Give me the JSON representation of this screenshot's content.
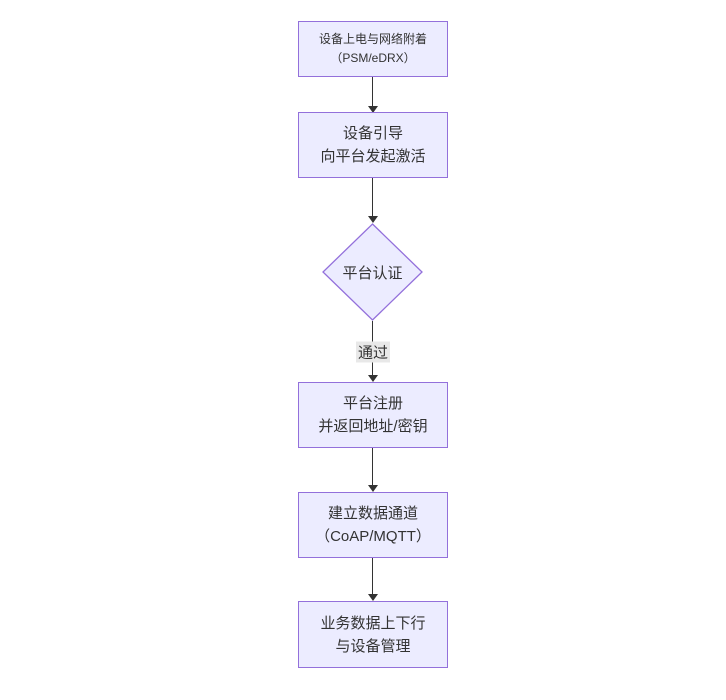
{
  "theme": {
    "canvas_bg": "#ffffff",
    "node_fill": "#ECECFF",
    "node_border": "#9370DB",
    "text_color": "#333333",
    "edge_color": "#333333",
    "edge_label_bg": "#e8e8e8"
  },
  "flowchart": {
    "type": "vertical-flowchart",
    "nodes": [
      {
        "id": "power-attach",
        "shape": "rect",
        "lines": [
          "设备上电与网络附着",
          "（PSM/eDRX）"
        ]
      },
      {
        "id": "bootstrap",
        "shape": "rect",
        "lines": [
          "设备引导",
          "向平台发起激活"
        ]
      },
      {
        "id": "platform-auth",
        "shape": "diamond",
        "lines": [
          "平台认证"
        ]
      },
      {
        "id": "platform-register",
        "shape": "rect",
        "lines": [
          "平台注册",
          "并返回地址/密钥"
        ]
      },
      {
        "id": "data-channel",
        "shape": "rect",
        "lines": [
          "建立数据通道",
          "（CoAP/MQTT）"
        ]
      },
      {
        "id": "business-data",
        "shape": "rect",
        "lines": [
          "业务数据上下行",
          "与设备管理"
        ]
      }
    ],
    "edges": [
      {
        "from": "power-attach",
        "to": "bootstrap",
        "label": ""
      },
      {
        "from": "bootstrap",
        "to": "platform-auth",
        "label": ""
      },
      {
        "from": "platform-auth",
        "to": "platform-register",
        "label": "通过"
      },
      {
        "from": "platform-register",
        "to": "data-channel",
        "label": ""
      },
      {
        "from": "data-channel",
        "to": "business-data",
        "label": ""
      }
    ]
  }
}
